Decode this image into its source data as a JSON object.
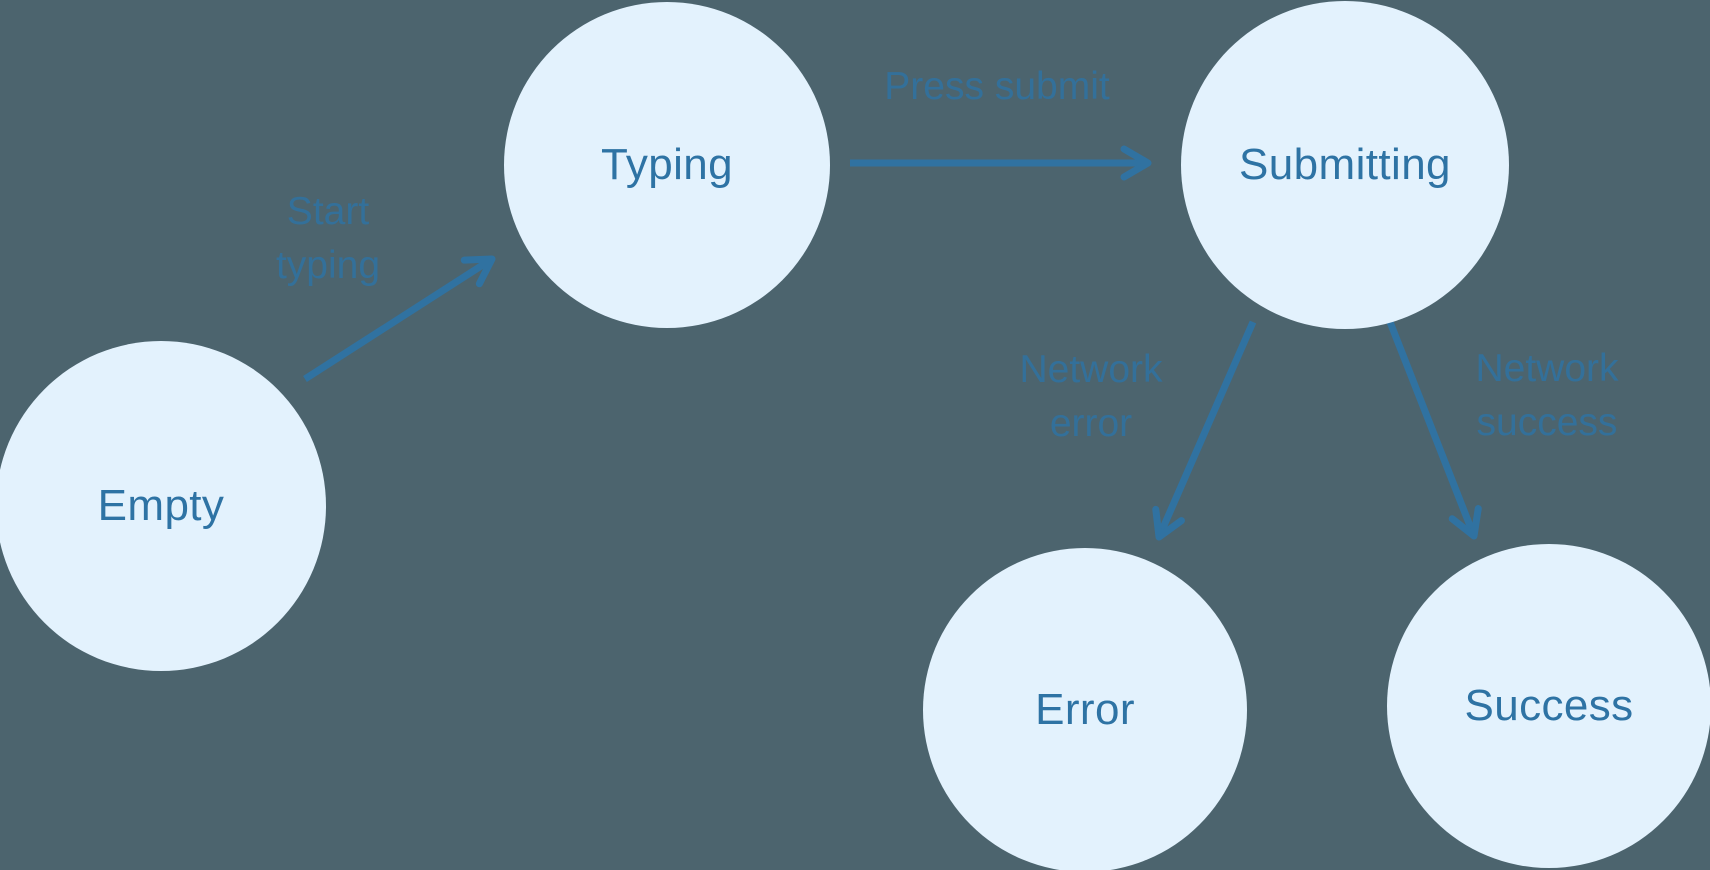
{
  "diagram": {
    "kind": "state-machine",
    "background_color": "#4C646E",
    "node_fill_color": "#E3F2FD",
    "node_label_color": "#2E73A4",
    "arrow_color": "#2E74A6",
    "nodes": [
      {
        "id": "empty",
        "label": "Empty"
      },
      {
        "id": "typing",
        "label": "Typing"
      },
      {
        "id": "submitting",
        "label": "Submitting"
      },
      {
        "id": "error",
        "label": "Error"
      },
      {
        "id": "success",
        "label": "Success"
      }
    ],
    "edges": [
      {
        "from": "empty",
        "to": "typing",
        "label": "Start typing",
        "lines": [
          "Start",
          "typing"
        ]
      },
      {
        "from": "typing",
        "to": "submitting",
        "label": "Press submit",
        "lines": [
          "Press submit"
        ]
      },
      {
        "from": "submitting",
        "to": "error",
        "label": "Network error",
        "lines": [
          "Network",
          "error"
        ]
      },
      {
        "from": "submitting",
        "to": "success",
        "label": "Network success",
        "lines": [
          "Network",
          "success"
        ]
      }
    ]
  }
}
